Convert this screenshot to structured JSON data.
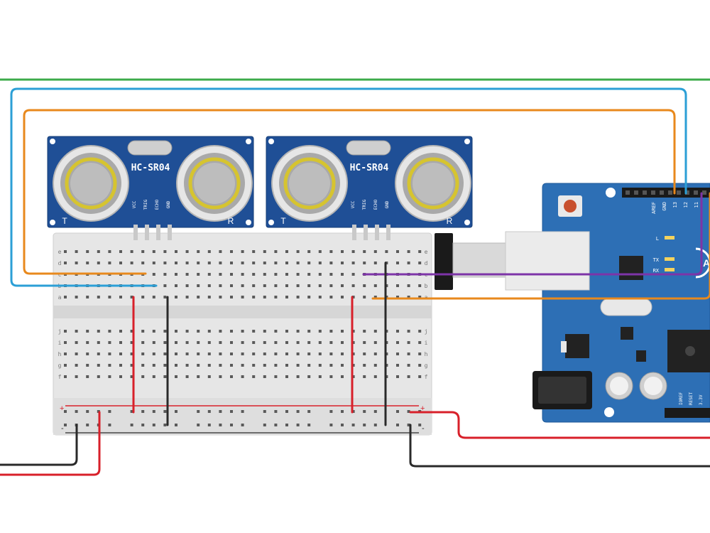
{
  "sensors": [
    {
      "model": "HC-SR04",
      "tx_mark": "T",
      "rx_mark": "R",
      "pins": [
        "VCC",
        "TRIG",
        "ECHO",
        "GND"
      ]
    },
    {
      "model": "HC-SR04",
      "tx_mark": "T",
      "rx_mark": "R",
      "pins": [
        "VCC",
        "TRIG",
        "ECHO",
        "GND"
      ]
    }
  ],
  "breadboard": {
    "row_letters_top": [
      "a",
      "b",
      "c",
      "d",
      "e"
    ],
    "row_letters_bottom": [
      "f",
      "g",
      "h",
      "i",
      "j"
    ],
    "rail_plus": "+",
    "rail_minus": "-"
  },
  "arduino": {
    "header_labels": [
      "AREF",
      "GND",
      "13",
      "12",
      "11"
    ],
    "led_labels": [
      "L",
      "TX",
      "RX"
    ],
    "power_labels": [
      "IOREF",
      "RESET",
      "3.3V"
    ],
    "logo_text": "ARD"
  },
  "colors": {
    "wire_green": "#3cab4a",
    "wire_blue": "#2b9fd6",
    "wire_orange": "#e8891d",
    "wire_red": "#d8202a",
    "wire_black": "#2a2a2a",
    "wire_purple": "#7d34a8",
    "pcb_blue": "#1f4f96",
    "arduino_blue": "#2d6fb5"
  }
}
